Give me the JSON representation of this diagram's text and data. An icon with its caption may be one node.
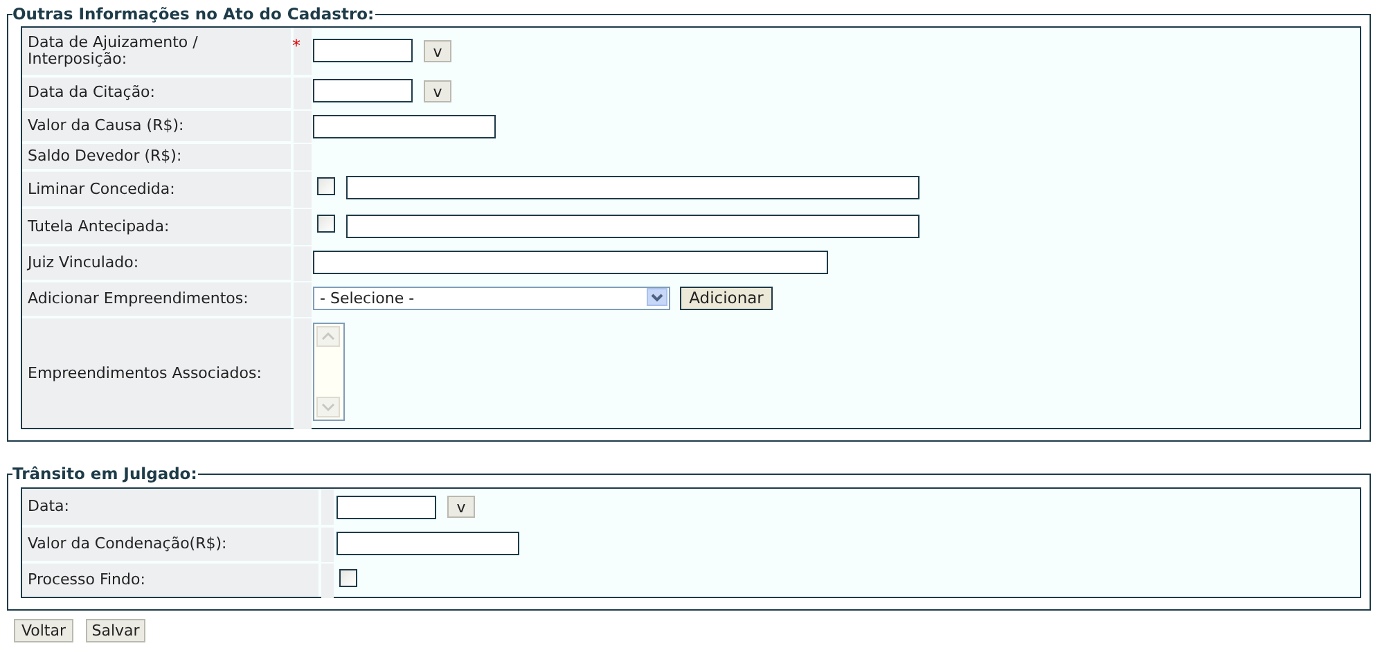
{
  "diagram": {
    "nodes": [
      {
        "text": [
          "Outras Informações no Ato do Cadastro:"
        ]
      },
      {
        "text": [
          "Trânsito em Julgado:"
        ]
      }
    ],
    "labels": [
      "Data de Ajuizamento / Interposição:",
      "*",
      "v",
      "Data da Citação:",
      "v",
      "Valor da Causa (R$):",
      "Saldo Devedor (R$):",
      "Liminar Concedida:",
      "Tutela Antecipada:",
      "Juiz Vinculado:",
      "Adicionar Empreendimentos:",
      "- Selecione -",
      "Adicionar",
      "Empreendimentos Associados:",
      "Data:",
      "v",
      "Valor da Condenação(R$):",
      "Processo Findo:",
      "Voltar",
      "Salvar"
    ]
  }
}
